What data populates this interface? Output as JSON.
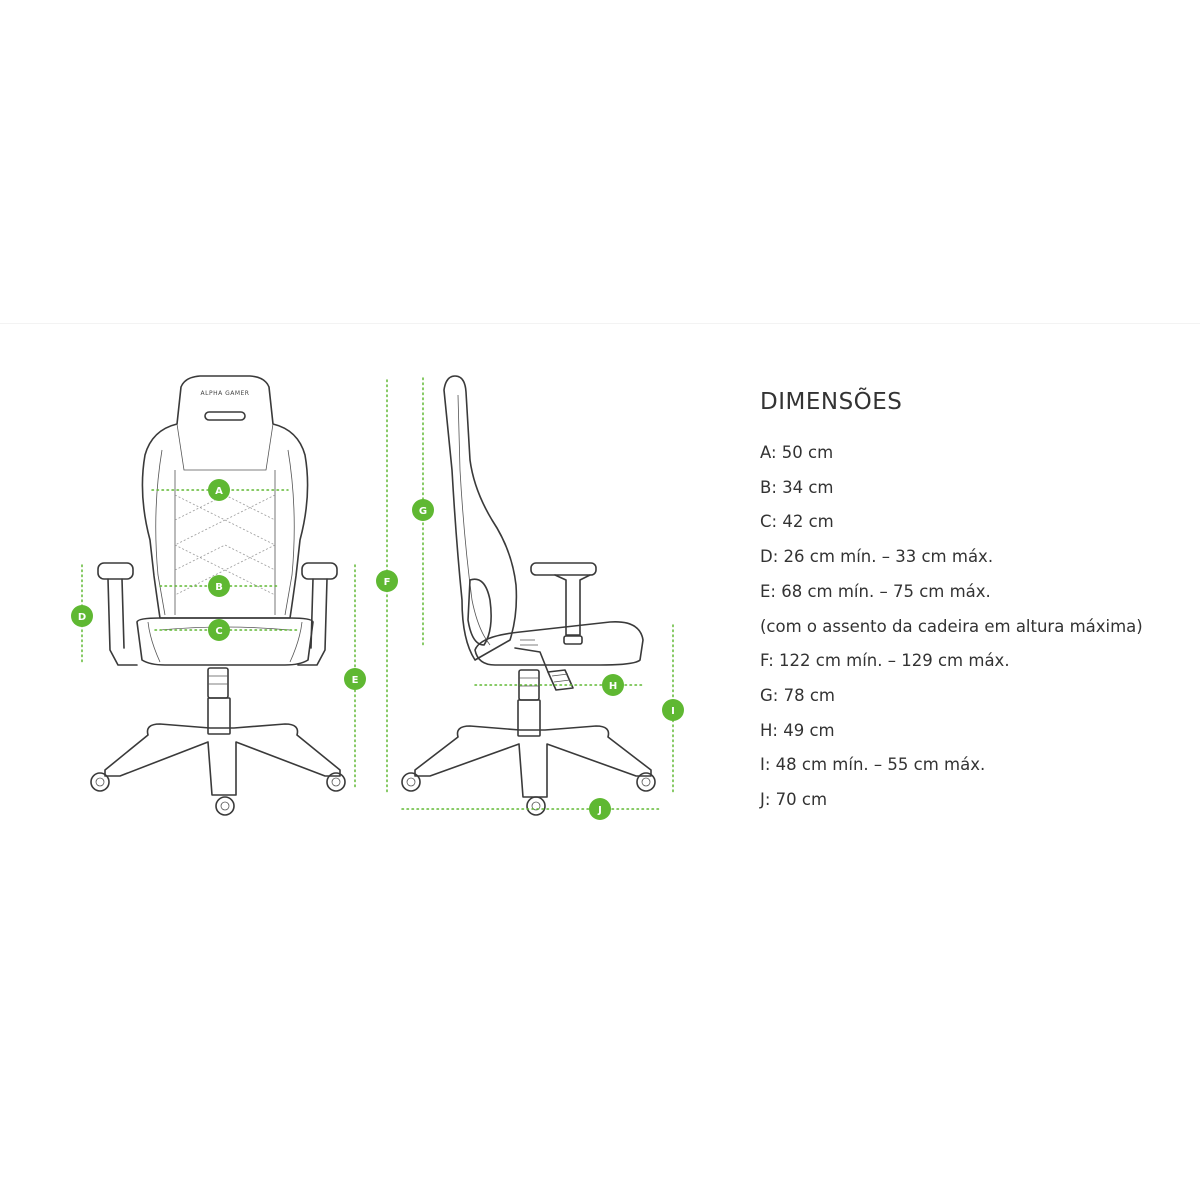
{
  "brand_logo_text": "ALPHA GAMER",
  "specs": {
    "title": "DIMENSÕES",
    "items": [
      "A: 50 cm",
      "B: 34 cm",
      "C: 42 cm",
      "D: 26 cm mín. – 33 cm máx.",
      "E: 68 cm mín. – 75 cm máx.",
      "(com o assento da cadeira em altura máxima)",
      "F: 122 cm mín. – 129 cm máx.",
      "G: 78 cm",
      "H: 49 cm",
      "I: 48 cm mín. – 55 cm máx.",
      "J: 70 cm"
    ]
  },
  "badges": {
    "a": "A",
    "b": "B",
    "c": "C",
    "d": "D",
    "e": "E",
    "f": "F",
    "g": "G",
    "h": "H",
    "i": "I",
    "j": "J"
  },
  "colors": {
    "accent": "#5fb832",
    "line": "#3a3a3a",
    "text": "#333333"
  }
}
